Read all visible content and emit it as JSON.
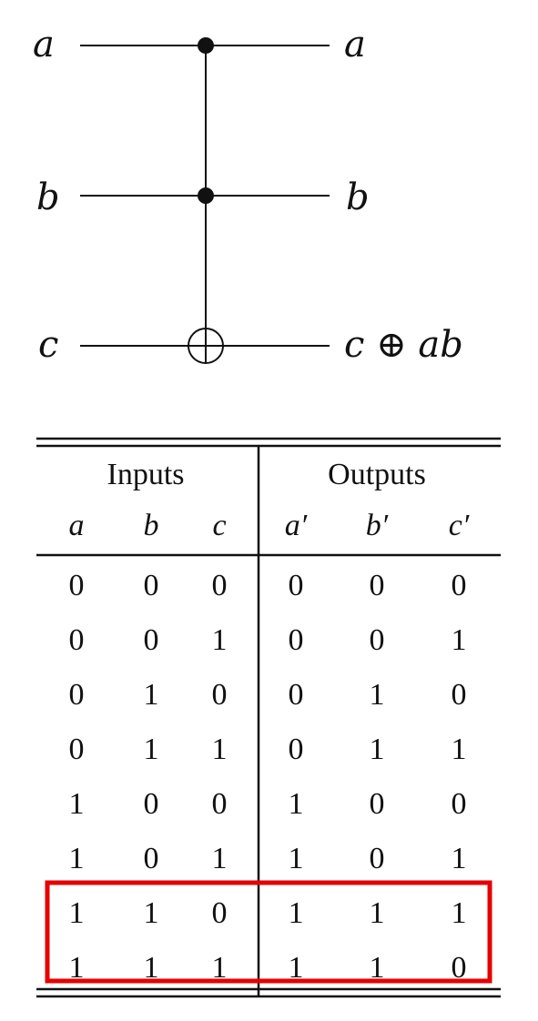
{
  "circuit": {
    "inputs": [
      "a",
      "b",
      "c"
    ],
    "outputs": [
      "a",
      "b",
      "c ⊕ ab"
    ]
  },
  "table": {
    "group_headers": [
      "Inputs",
      "Outputs"
    ],
    "columns": [
      "a",
      "b",
      "c",
      "a′",
      "b′",
      "c′"
    ],
    "rows": [
      [
        "0",
        "0",
        "0",
        "0",
        "0",
        "0"
      ],
      [
        "0",
        "0",
        "1",
        "0",
        "0",
        "1"
      ],
      [
        "0",
        "1",
        "0",
        "0",
        "1",
        "0"
      ],
      [
        "0",
        "1",
        "1",
        "0",
        "1",
        "1"
      ],
      [
        "1",
        "0",
        "0",
        "1",
        "0",
        "0"
      ],
      [
        "1",
        "0",
        "1",
        "1",
        "0",
        "1"
      ],
      [
        "1",
        "1",
        "0",
        "1",
        "1",
        "1"
      ],
      [
        "1",
        "1",
        "1",
        "1",
        "1",
        "0"
      ]
    ],
    "highlighted_rows": [
      6,
      7
    ]
  },
  "colors": {
    "highlight": "#e60000",
    "ink": "#111111"
  }
}
